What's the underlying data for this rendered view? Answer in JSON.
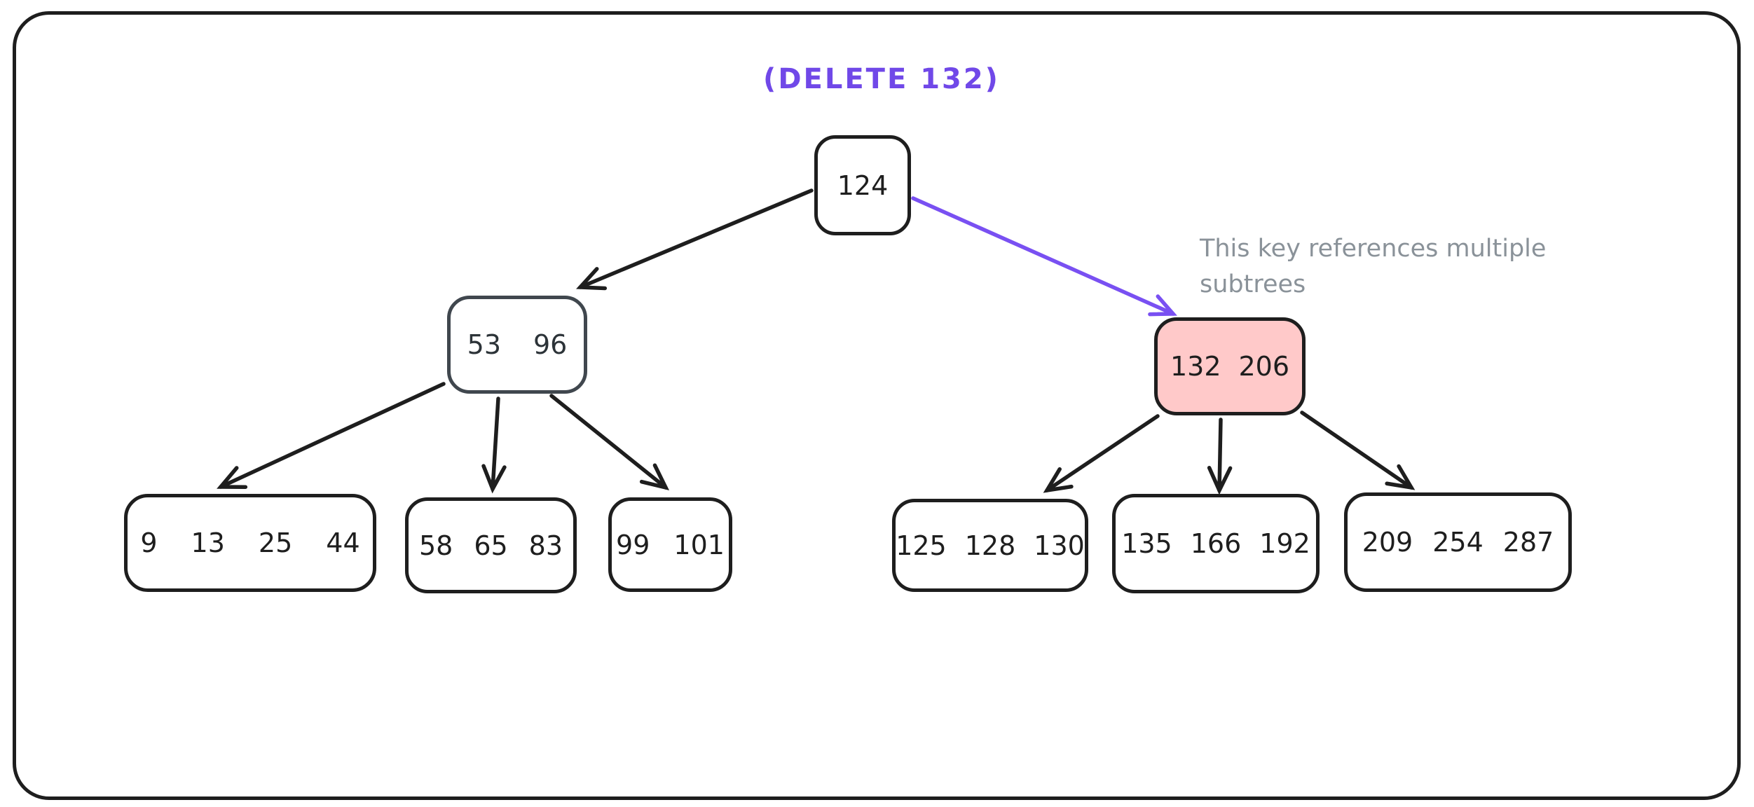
{
  "title": "(DELETE 132)",
  "annotation": {
    "line1": "This key references multiple",
    "line2": "subtrees"
  },
  "colors": {
    "title_purple": "#7048e8",
    "arrow_purple": "#7950f2",
    "stroke_black": "#1e1e1e",
    "internal_left_stroke": "#40474e",
    "highlight_pink_fill": "#ffc9c9",
    "annotation_gray": "#8a9299",
    "cross_brown": "#8a7067"
  },
  "tree": {
    "root": {
      "keys": [
        "124"
      ]
    },
    "internal": [
      {
        "keys": [
          "53",
          "96"
        ]
      },
      {
        "keys": [
          "132",
          "206"
        ],
        "deleted_key": "132",
        "highlighted": true
      }
    ],
    "leaves": [
      {
        "keys": [
          "9",
          "13",
          "25",
          "44"
        ]
      },
      {
        "keys": [
          "58",
          "65",
          "83"
        ]
      },
      {
        "keys": [
          "99",
          "101"
        ]
      },
      {
        "keys": [
          "125",
          "128",
          "130"
        ]
      },
      {
        "keys": [
          "135",
          "166",
          "192"
        ]
      },
      {
        "keys": [
          "209",
          "254",
          "287"
        ]
      }
    ]
  }
}
